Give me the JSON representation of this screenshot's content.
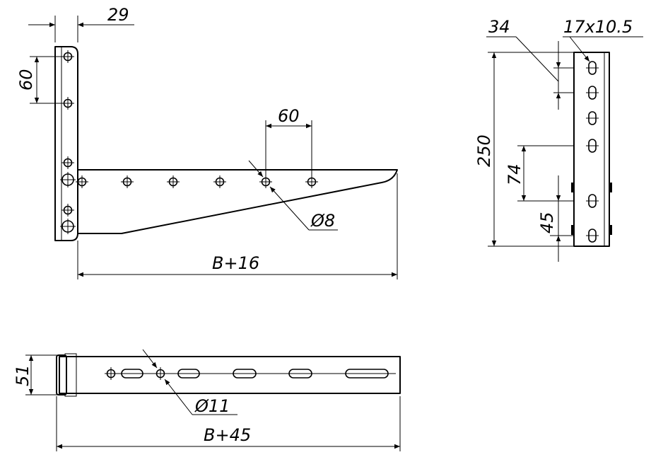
{
  "dimensions": {
    "side_top_offset": "29",
    "side_left_spacing": "60",
    "side_arm_spacing": "60",
    "side_hole_diameter": "Ø8",
    "side_length": "B+16",
    "end_height": "250",
    "end_slot_offset": "34",
    "end_slot_size": "17x10.5",
    "end_spacing_a": "74",
    "end_spacing_b": "45",
    "top_width": "51",
    "top_hole_diameter": "Ø11",
    "top_length": "B+45"
  }
}
